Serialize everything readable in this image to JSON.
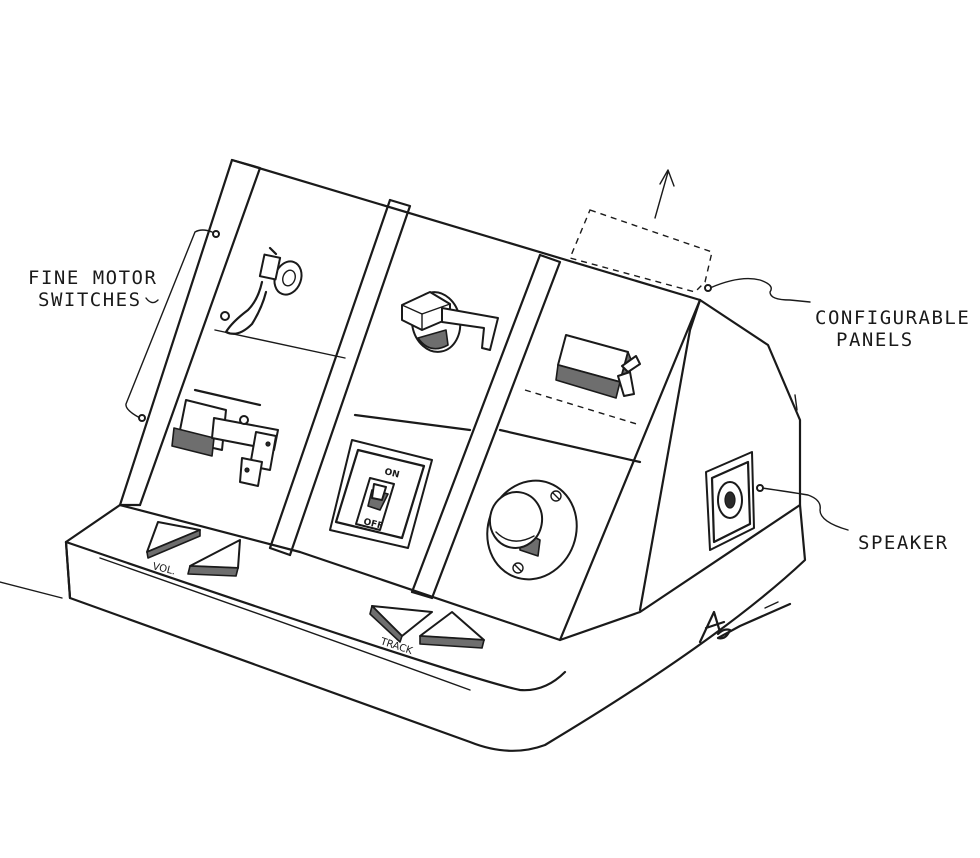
{
  "labels": {
    "fine_motor_line1": "FINE MOTOR",
    "fine_motor_line2": "SWITCHES",
    "configurable_line1": "CONFIGURABLE",
    "configurable_line2": "PANELS",
    "speaker": "SPEAKER",
    "vol": "VOL.",
    "track": "TRACK",
    "switch_on": "ON",
    "switch_off": "OFF"
  },
  "colors": {
    "ink": "#1a1a1a",
    "paper": "#ffffff",
    "shade": "#6e6e6e"
  }
}
